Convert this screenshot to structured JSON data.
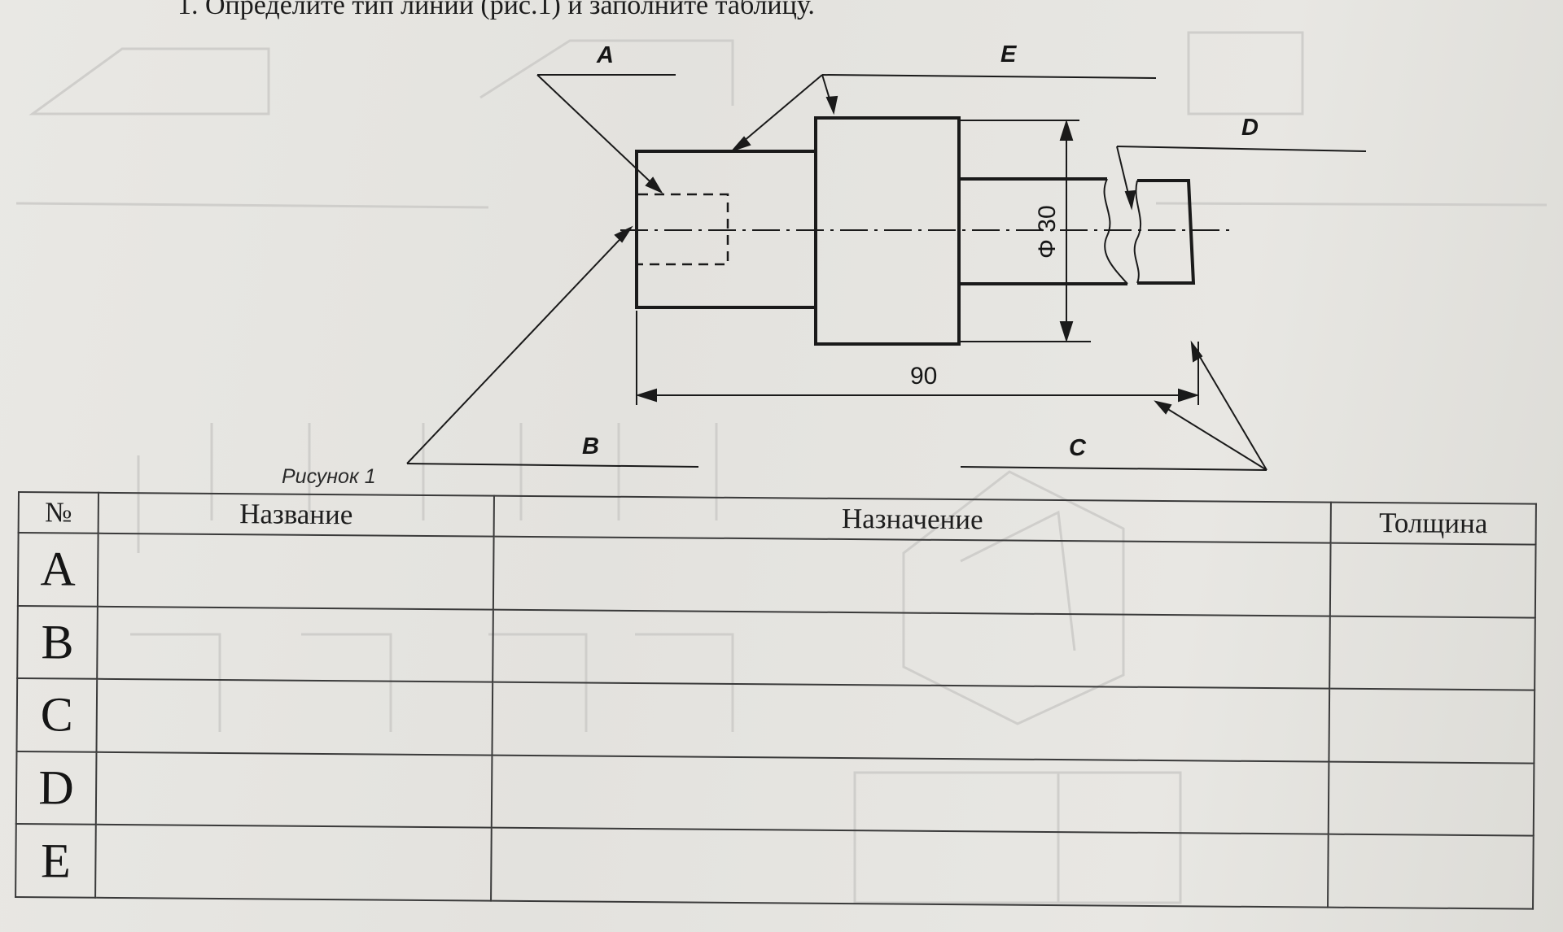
{
  "task": {
    "title": "1. Определите тип линий (рис.1) и заполните таблицу."
  },
  "figure": {
    "caption": "Рисунок 1",
    "labels": {
      "a": "A",
      "b": "B",
      "c": "C",
      "d": "D",
      "e": "E"
    },
    "dimensions": {
      "diameter": "Φ 30",
      "length": "90"
    }
  },
  "table": {
    "headers": {
      "num": "№",
      "name": "Название",
      "purpose": "Назначение",
      "thickness": "Толщина"
    },
    "rows": [
      {
        "key": "A"
      },
      {
        "key": "B"
      },
      {
        "key": "C"
      },
      {
        "key": "D"
      },
      {
        "key": "E"
      }
    ]
  }
}
